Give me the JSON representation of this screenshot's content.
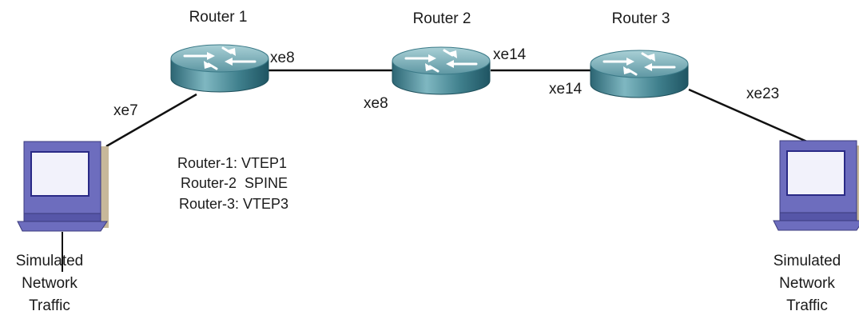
{
  "colors": {
    "router_top": "#7fb2bb",
    "router_side": "#2f6f7d",
    "router_arrow": "#ffffff",
    "link": "#111111",
    "pc_screen": "#2a2a86",
    "pc_body": "#6d6dbe",
    "pc_shadow": "#c7b89a"
  },
  "routers": [
    {
      "label": "Router 1",
      "icon": "router-icon"
    },
    {
      "label": "Router 2",
      "icon": "router-icon"
    },
    {
      "label": "Router 3",
      "icon": "router-icon"
    }
  ],
  "hosts": [
    {
      "label_lines": [
        "Simulated",
        "Network",
        "Traffic"
      ],
      "icon": "computer-icon"
    },
    {
      "label_lines": [
        "Simulated",
        "Network",
        "Traffic"
      ],
      "icon": "computer-icon"
    }
  ],
  "interfaces": {
    "r1_to_host1": "xe7",
    "r1_to_r2": "xe8",
    "r2_to_r1": "xe8",
    "r2_to_r3": "xe14",
    "r3_to_r2": "xe14",
    "r3_to_host2": "xe23"
  },
  "roles": [
    "Router-1: VTEP1",
    "Router-2  SPINE",
    "Router-3: VTEP3"
  ]
}
